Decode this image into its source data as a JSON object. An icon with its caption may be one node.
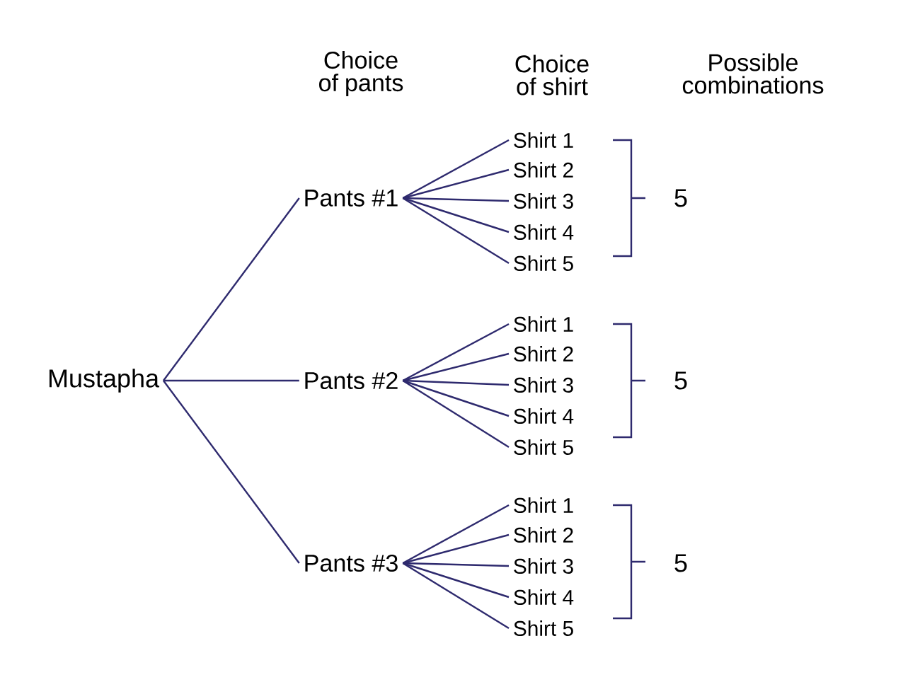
{
  "diagram": {
    "nodes": [
      {
        "text": [
          "Mustapha"
        ]
      },
      {
        "text": [
          "Pants #1"
        ]
      },
      {
        "text": [
          "Pants #2"
        ]
      },
      {
        "text": [
          "Pants #3"
        ]
      },
      {
        "text": [
          "Shirt 1"
        ]
      },
      {
        "text": [
          "Shirt 2"
        ]
      },
      {
        "text": [
          "Shirt 3"
        ]
      },
      {
        "text": [
          "Shirt 4"
        ]
      },
      {
        "text": [
          "Shirt 5"
        ]
      },
      {
        "text": [
          "Shirt 1"
        ]
      },
      {
        "text": [
          "Shirt 2"
        ]
      },
      {
        "text": [
          "Shirt 3"
        ]
      },
      {
        "text": [
          "Shirt 4"
        ]
      },
      {
        "text": [
          "Shirt 5"
        ]
      },
      {
        "text": [
          "Shirt 1"
        ]
      },
      {
        "text": [
          "Shirt 2"
        ]
      },
      {
        "text": [
          "Shirt 3"
        ]
      },
      {
        "text": [
          "Shirt 4"
        ]
      },
      {
        "text": [
          "Shirt 5"
        ]
      }
    ],
    "edges": [
      {
        "from": 0,
        "to": 1,
        "arrow": "none"
      },
      {
        "from": 0,
        "to": 2,
        "arrow": "none"
      },
      {
        "from": 0,
        "to": 3,
        "arrow": "none"
      },
      {
        "from": 1,
        "to": 4,
        "arrow": "none"
      },
      {
        "from": 1,
        "to": 5,
        "arrow": "none"
      },
      {
        "from": 1,
        "to": 6,
        "arrow": "none"
      },
      {
        "from": 1,
        "to": 7,
        "arrow": "none"
      },
      {
        "from": 1,
        "to": 8,
        "arrow": "none"
      },
      {
        "from": 2,
        "to": 9,
        "arrow": "none"
      },
      {
        "from": 2,
        "to": 10,
        "arrow": "none"
      },
      {
        "from": 2,
        "to": 11,
        "arrow": "none"
      },
      {
        "from": 2,
        "to": 12,
        "arrow": "none"
      },
      {
        "from": 2,
        "to": 13,
        "arrow": "none"
      },
      {
        "from": 3,
        "to": 14,
        "arrow": "none"
      },
      {
        "from": 3,
        "to": 15,
        "arrow": "none"
      },
      {
        "from": 3,
        "to": 16,
        "arrow": "none"
      },
      {
        "from": 3,
        "to": 17,
        "arrow": "none"
      },
      {
        "from": 3,
        "to": 18,
        "arrow": "none"
      }
    ],
    "labels": [
      "Choice of pants",
      "Choice of shirt",
      "Possible combinations",
      "5",
      "5",
      "5"
    ]
  }
}
